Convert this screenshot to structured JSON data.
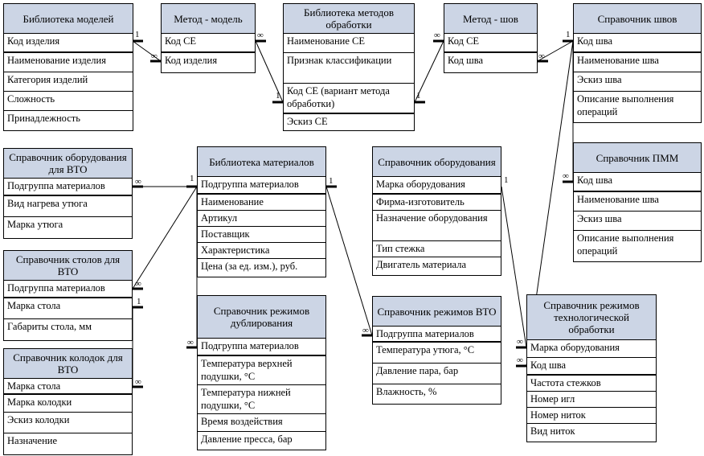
{
  "tables": {
    "lib_models": {
      "title": "Библиотека моделей",
      "rows": [
        "Код изделия",
        "Наименование изделия",
        "Категория изделий",
        "Сложность",
        "Принадлежность"
      ]
    },
    "method_model": {
      "title": "Метод - модель",
      "rows": [
        "Код СЕ",
        "Код изделия"
      ]
    },
    "lib_methods": {
      "title": "Библиотека методов обработки",
      "rows": [
        "Наименование СЕ",
        "Признак классификации",
        "Код СЕ (вариант метода обработки)",
        "Эскиз СЕ"
      ]
    },
    "method_seam": {
      "title": "Метод - шов",
      "rows": [
        "Код СЕ",
        "Код шва"
      ]
    },
    "ref_seams": {
      "title": "Справочник швов",
      "rows": [
        "Код шва",
        "Наименование шва",
        "Эскиз шва",
        "Описание выполнения операций"
      ]
    },
    "ref_pmm": {
      "title": "Справочник ПММ",
      "rows": [
        "Код шва",
        "Наименование шва",
        "Эскиз шва",
        "Описание выполнения операций"
      ]
    },
    "ref_vto_equipment": {
      "title": "Справочник оборудования для ВТО",
      "rows": [
        "Подгруппа материалов",
        "Вид нагрева утюга",
        "Марка утюга"
      ]
    },
    "lib_materials": {
      "title": "Библиотека материалов",
      "rows": [
        "Подгруппа материалов",
        "Наименование",
        "Артикул",
        "Поставщик",
        "Характеристика",
        "Цена (за ед. изм.), руб."
      ]
    },
    "ref_equipment": {
      "title": "Справочник оборудования",
      "rows": [
        "Марка оборудования",
        "Фирма-изготовитель",
        "Назначение оборудования",
        "Тип стежка",
        "Двигатель материала"
      ]
    },
    "ref_vto_tables": {
      "title": "Справочник столов для ВТО",
      "rows": [
        "Подгруппа материалов",
        "Марка стола",
        "Габариты стола, мм"
      ]
    },
    "ref_duplication": {
      "title": "Справочник режимов дублирования",
      "rows": [
        "Подгруппа материалов",
        "Температура верхней подушки, °С",
        "Температура нижней подушки, °С",
        "Время воздействия",
        "Давление пресса, бар"
      ]
    },
    "ref_vto_modes": {
      "title": "Справочник режимов ВТО",
      "rows": [
        "Подгруппа материалов",
        "Температура утюга, °С",
        "Давление пара, бар",
        "Влажность, %"
      ]
    },
    "ref_tech_modes": {
      "title": "Справочник режимов технологической обработки",
      "rows": [
        "Марка оборудования",
        "Код шва",
        "Частота стежков",
        "Номер игл",
        "Номер ниток",
        "Вид ниток"
      ]
    },
    "ref_pads": {
      "title": "Справочник колодок для ВТО",
      "rows": [
        "Марка стола",
        "Марка колодки",
        "Эскиз колодки",
        "Назначение"
      ]
    }
  },
  "cardinality": {
    "one": "1",
    "many": "∞"
  }
}
